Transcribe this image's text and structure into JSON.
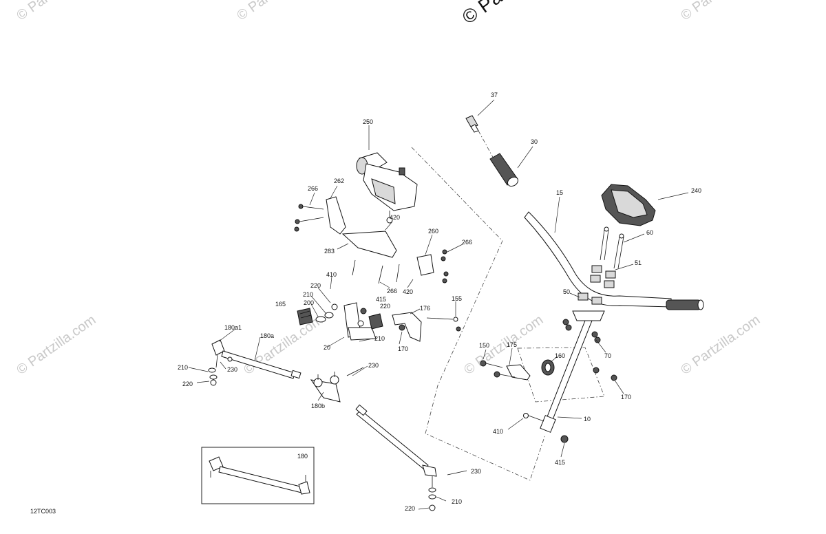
{
  "watermarks": {
    "site": "© Partzilla.com",
    "copyright_fragment": "© Pa"
  },
  "figure_code": "12TC003",
  "callouts": {
    "c37": "37",
    "c30": "30",
    "c15": "15",
    "c240": "240",
    "c60": "60",
    "c51": "51",
    "c50": "50",
    "c70": "70",
    "c160": "160",
    "c175": "175",
    "c150": "150",
    "c170b": "170",
    "c10": "10",
    "c410b": "410",
    "c415b": "415",
    "c250": "250",
    "c266a": "266",
    "c262": "262",
    "c420a": "420",
    "c283": "283",
    "c260": "260",
    "c266b": "266",
    "c266c": "266",
    "c420b": "420",
    "c410a": "410",
    "c220a": "220",
    "c210a": "210",
    "c200": "200",
    "c165": "165",
    "c415a": "415",
    "c220b": "220",
    "c176": "176",
    "c155": "155",
    "c210b": "210",
    "c20": "20",
    "c170a": "170",
    "c180a1": "180a1",
    "c180a": "180a",
    "c210c": "210",
    "c230a": "230",
    "c220c": "220",
    "c230b": "230",
    "c180b": "180b",
    "c180": "180",
    "c230c": "230",
    "c210d": "210",
    "c220d": "220"
  }
}
